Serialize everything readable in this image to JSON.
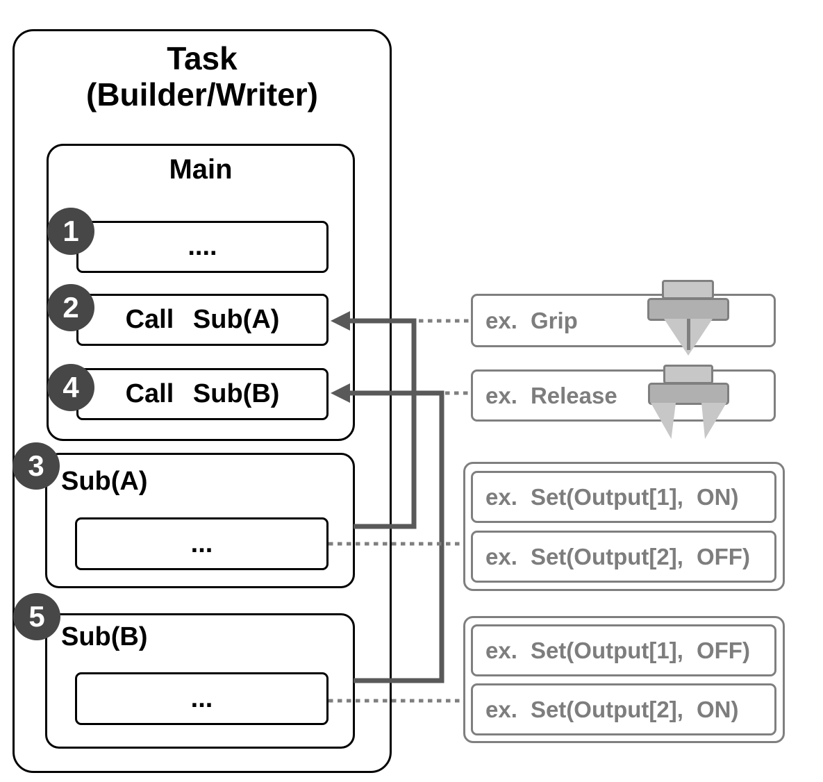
{
  "colors": {
    "black": "#000000",
    "circle": "#474747",
    "solid": "#595959",
    "dotted": "#7f7f7f",
    "exborder": "#7f7f7f",
    "extext": "#7d7d7d",
    "griplight": "#c7c7c7",
    "gripmid": "#b0b0b0",
    "gripline": "#7f7f7f"
  },
  "task": {
    "title_line1": "Task",
    "title_line2": "(Builder/Writer)"
  },
  "main": {
    "title": "Main",
    "steps": [
      {
        "num": "1",
        "label": "...."
      },
      {
        "num": "2",
        "label": "Call Sub(A)"
      },
      {
        "num": "4",
        "label": "Call Sub(B)"
      }
    ]
  },
  "subs": [
    {
      "num": "3",
      "title": "Sub(A)",
      "body": "..."
    },
    {
      "num": "5",
      "title": "Sub(B)",
      "body": "..."
    }
  ],
  "examples": {
    "grip": {
      "label": "ex. Grip",
      "icon": "gripper-closed-icon"
    },
    "release": {
      "label": "ex. Release",
      "icon": "gripper-open-icon"
    },
    "sub_a_group": [
      "ex. Set(Output[1], ON)",
      "ex. Set(Output[2], OFF)"
    ],
    "sub_b_group": [
      "ex. Set(Output[1], OFF)",
      "ex. Set(Output[2], ON)"
    ]
  }
}
